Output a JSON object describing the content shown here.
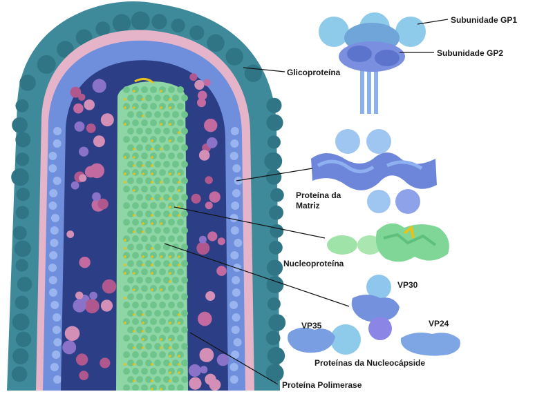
{
  "labels": {
    "gp1": "Subunidade GP1",
    "gp2": "Subunidade GP2",
    "glycoprotein": "Glicoproteína",
    "matrix_line1": "Proteína da",
    "matrix_line2": "Matriz",
    "nucleoprotein": "Nucleoproteína",
    "vp30": "VP30",
    "vp35": "VP35",
    "vp24": "VP24",
    "nucleocapsid": "Proteínas da Nucleocápside",
    "polymerase": "Proteína Polimerase"
  },
  "colors": {
    "outer_spikes": "#3f8a9a",
    "membrane_pink": "#e6b4c8",
    "matrix_blue": "#6f8fdc",
    "lumen_dark": "#2c3f86",
    "core_green": "#8fd6a6",
    "accent_yellow": "#e8c21a",
    "magenta": "#b0578e",
    "gp_light": "#8ecbea",
    "gp_mid": "#7a93e0"
  }
}
